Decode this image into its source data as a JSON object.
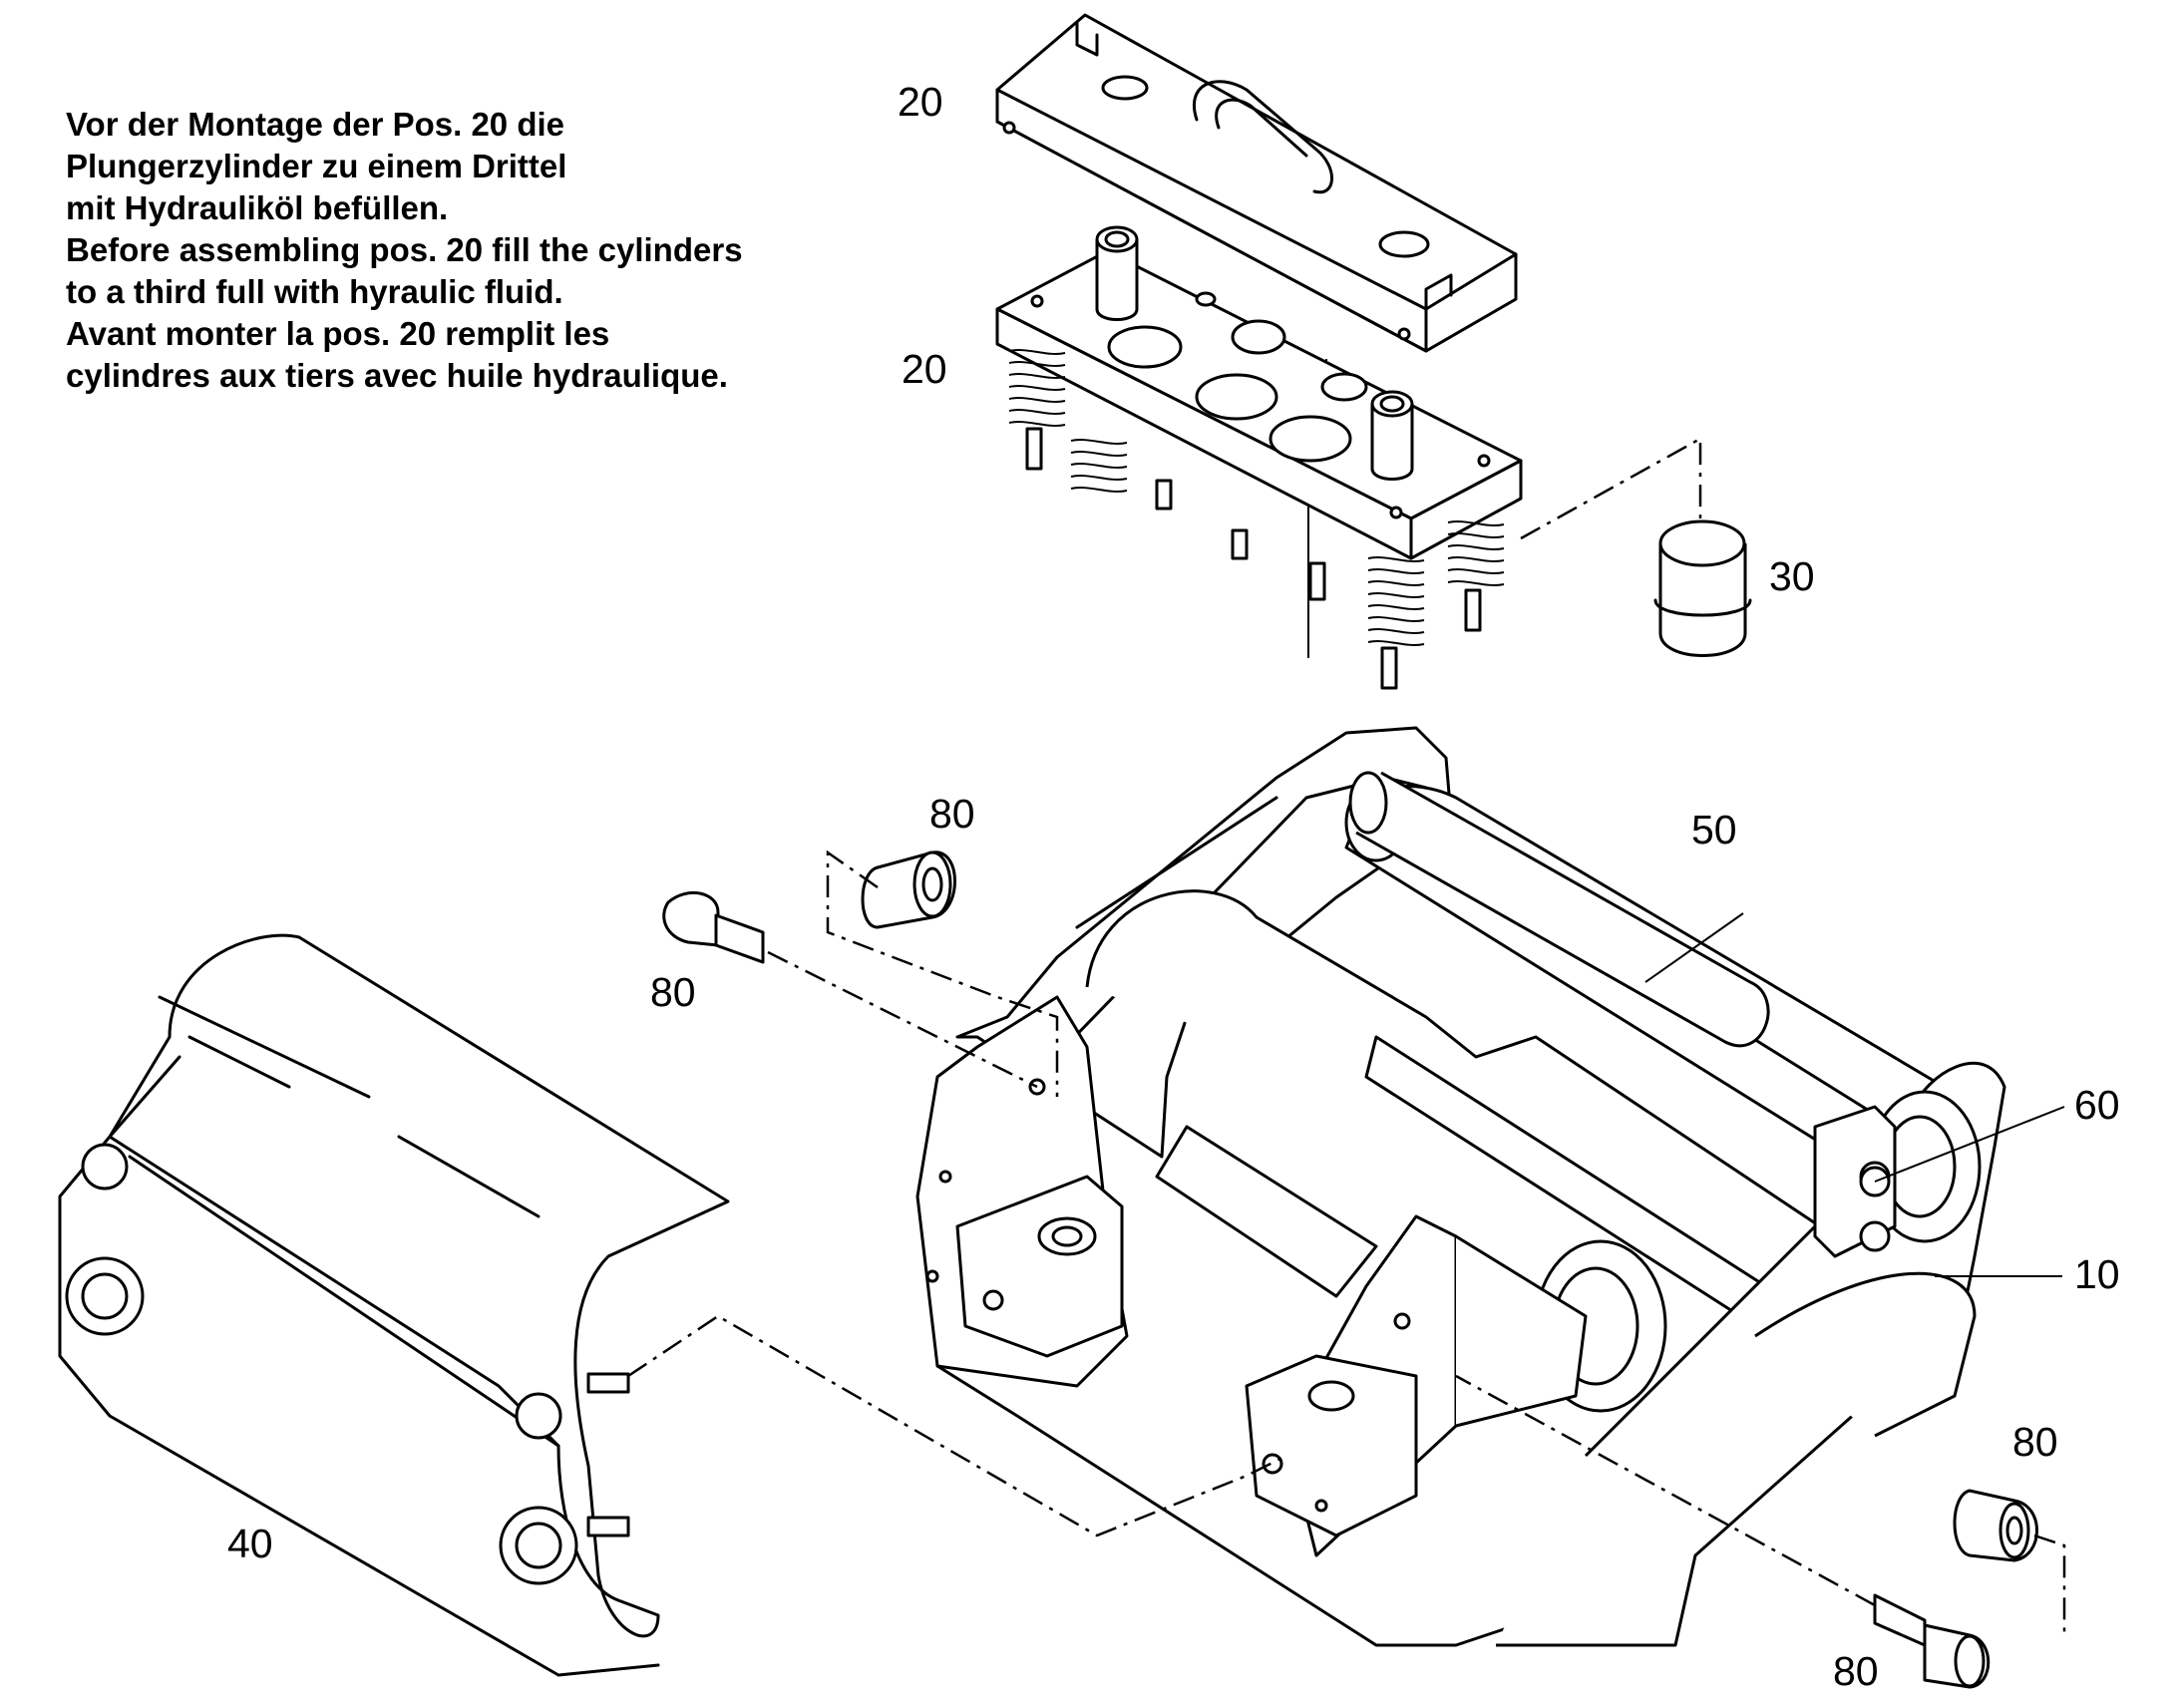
{
  "note": {
    "lines": [
      "Vor der Montage der Pos. 20 die",
      "Plungerzylinder zu einem Drittel",
      "mit Hydrauliköl befüllen.",
      "Before assembling pos. 20 fill the cylinders",
      "to a third full with hyraulic fluid.",
      "Avant monter la pos. 20 remplit les",
      "cylindres aux tiers avec huile hydraulique."
    ]
  },
  "callouts": {
    "c20_top": "20",
    "c20_mid": "20",
    "c30": "30",
    "c80_bushing_left": "80",
    "c80_screw_left": "80",
    "c50": "50",
    "c60": "60",
    "c10": "10",
    "c80_bushing_right": "80",
    "c80_screw_right": "80",
    "c40": "40"
  }
}
